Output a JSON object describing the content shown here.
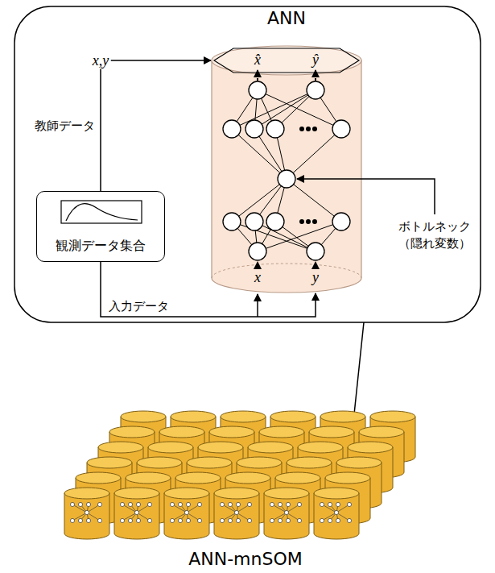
{
  "diagram": {
    "nodes": [
      {
        "text": [
          "ANN"
        ]
      },
      {
        "text": [
          "観測データ集合"
        ]
      },
      {
        "text": [
          "ANN-mnSOM"
        ]
      }
    ],
    "edges": [
      {
        "from": 1,
        "to": 0,
        "arrow": "to",
        "label": "教師データ"
      },
      {
        "from": 1,
        "to": 0,
        "arrow": "to",
        "label": "入力データ"
      }
    ],
    "labels": [
      "x,y",
      "x̂",
      "ŷ",
      "x",
      "y",
      "ボトルネック",
      "（隠れ変数）"
    ]
  }
}
